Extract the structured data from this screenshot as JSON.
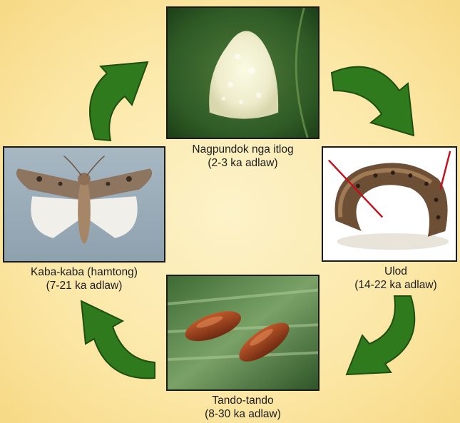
{
  "diagram": {
    "stages": [
      {
        "id": "eggs",
        "line1": "Nagpundok nga itlog",
        "line2": "(2-3 ka adlaw)"
      },
      {
        "id": "larva",
        "line1": "Ulod",
        "line2": "(14-22 ka adlaw)"
      },
      {
        "id": "pupa",
        "line1": "Tando-tando",
        "line2": "(8-30 ka adlaw)"
      },
      {
        "id": "adult",
        "line1": "Kaba-kaba (hamtong)",
        "line2": "(7-21 ka adlaw)"
      }
    ],
    "arrow_color": "#2f7a1c",
    "background_color": "#fbe7a6"
  }
}
